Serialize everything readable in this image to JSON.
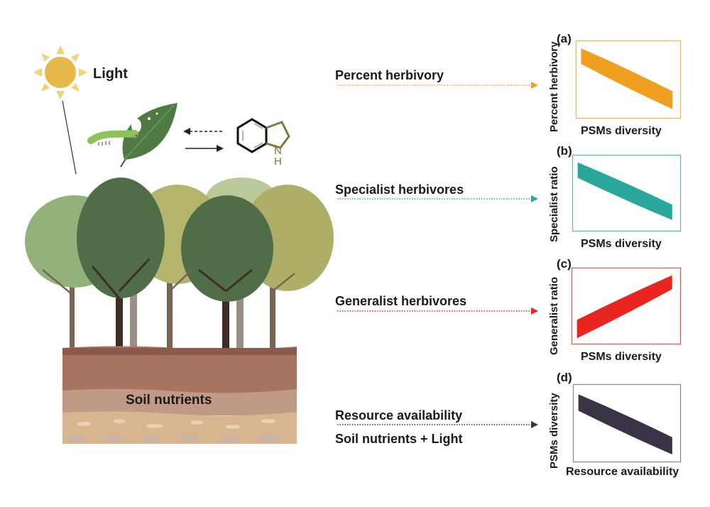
{
  "left": {
    "light_label": "Light",
    "soil_label": "Soil nutrients",
    "molecule_label": "NH"
  },
  "middle": {
    "items": [
      {
        "label": "Percent herbivory",
        "color": "#f0a020"
      },
      {
        "label": "Specialist herbivores",
        "color": "#2aa79b"
      },
      {
        "label": "Generalist herbivores",
        "color": "#e8251f"
      },
      {
        "label": "Resource availability",
        "sublabel": "Soil nutrients + Light",
        "color": "#3a3346"
      }
    ]
  },
  "chart_data": [
    {
      "type": "area",
      "panel": "(a)",
      "xlabel": "PSMs diversity",
      "ylabel": "Percent herbivory",
      "trend": "decreasing",
      "color": "#f0a020",
      "x": [
        0,
        1
      ],
      "upper": [
        0.9,
        0.35
      ],
      "lower": [
        0.7,
        0.12
      ]
    },
    {
      "type": "area",
      "panel": "(b)",
      "xlabel": "PSMs diversity",
      "ylabel": "Specialist ratio",
      "trend": "decreasing",
      "color": "#2aa79b",
      "x": [
        0,
        1
      ],
      "upper": [
        0.9,
        0.35
      ],
      "lower": [
        0.7,
        0.15
      ]
    },
    {
      "type": "area",
      "panel": "(c)",
      "xlabel": "PSMs diversity",
      "ylabel": "Generalist ratio",
      "trend": "increasing",
      "color": "#e8251f",
      "x": [
        0,
        1
      ],
      "upper": [
        0.32,
        0.9
      ],
      "lower": [
        0.08,
        0.72
      ]
    },
    {
      "type": "area",
      "panel": "(d)",
      "xlabel": "Resource availability",
      "ylabel": "PSMs diversity",
      "trend": "decreasing",
      "color": "#3a3346",
      "x": [
        0,
        1
      ],
      "upper": [
        0.87,
        0.32
      ],
      "lower": [
        0.66,
        0.1
      ]
    }
  ]
}
